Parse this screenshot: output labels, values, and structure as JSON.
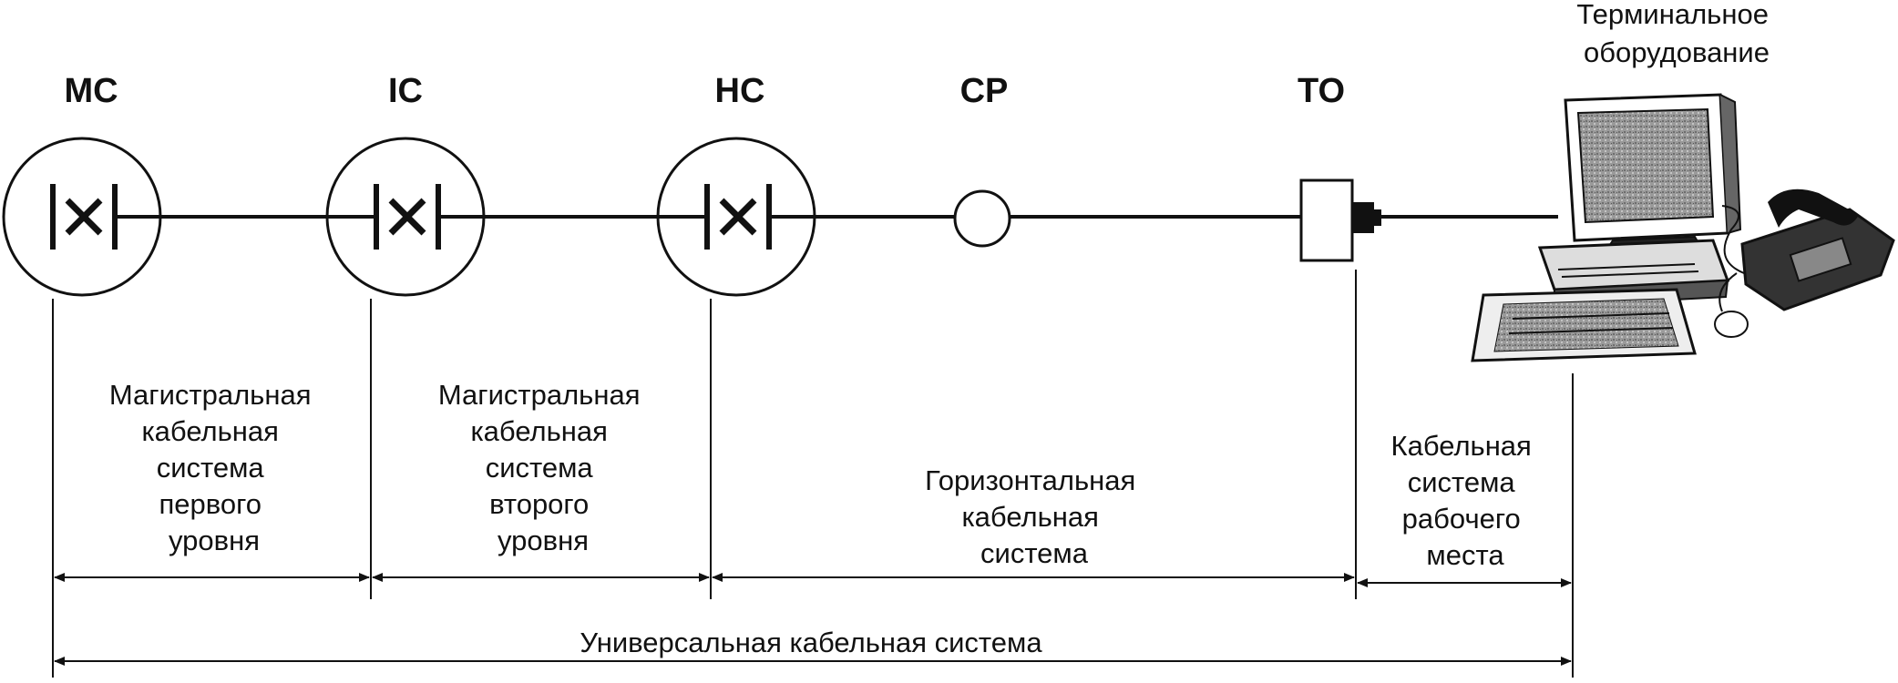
{
  "nodes": [
    {
      "id": "mc",
      "code": "MC"
    },
    {
      "id": "ic",
      "code": "IC"
    },
    {
      "id": "hc",
      "code": "HC"
    },
    {
      "id": "cp",
      "code": "CP"
    },
    {
      "id": "to",
      "code": "TO"
    }
  ],
  "terminal": {
    "lines": [
      "Терминальное",
      "оборудование"
    ]
  },
  "segments": [
    {
      "id": "backbone-1",
      "lines": [
        "Магистральная",
        "кабельная",
        "система",
        "первого",
        "уровня"
      ]
    },
    {
      "id": "backbone-2",
      "lines": [
        "Магистральная",
        "кабельная",
        "система",
        "второго",
        "уровня"
      ]
    },
    {
      "id": "horizontal",
      "lines": [
        "Горизонтальная",
        "кабельная",
        "система"
      ]
    },
    {
      "id": "work-area",
      "lines": [
        "Кабельная",
        "система",
        "рабочего",
        "места"
      ]
    }
  ],
  "universal": {
    "label": "Универсальная кабельная система"
  },
  "colors": {
    "line": "#111111",
    "background": "#ffffff"
  }
}
